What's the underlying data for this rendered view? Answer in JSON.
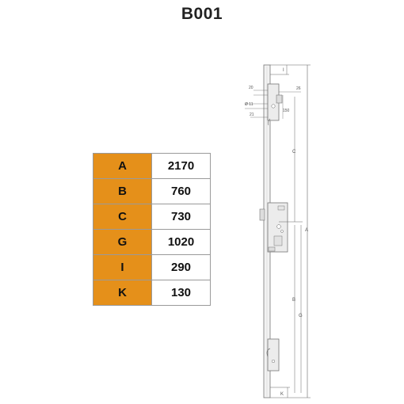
{
  "title": "B001",
  "table": {
    "rows": [
      {
        "key": "A",
        "value": "2170"
      },
      {
        "key": "B",
        "value": "760"
      },
      {
        "key": "C",
        "value": "730"
      },
      {
        "key": "G",
        "value": "1020"
      },
      {
        "key": "I",
        "value": "290"
      },
      {
        "key": "K",
        "value": "130"
      }
    ]
  },
  "drawing": {
    "dims": {
      "d20": "20",
      "d26": "26",
      "d11": "Ø 11",
      "d21": "21",
      "d150": "150"
    },
    "labels": {
      "I": "I",
      "C": "C",
      "A": "A",
      "B": "B",
      "G": "G",
      "K": "K"
    }
  },
  "colors": {
    "key_cell": "#e5901a",
    "line": "#666666"
  }
}
